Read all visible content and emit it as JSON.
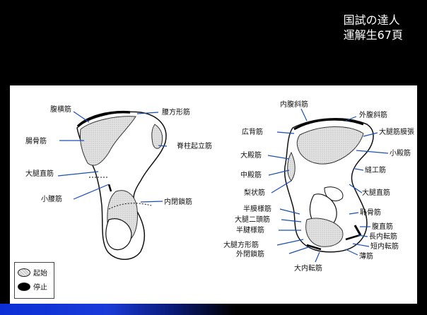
{
  "title": {
    "line1": "国試の達人",
    "line2": "運解生67頁"
  },
  "left_labels": {
    "fukuoukin": "腹横筋",
    "youhoukei": "腰方形筋",
    "choukotsu": "腸骨筋",
    "sekichuu": "脊柱起立筋",
    "daitaichoku": "大腿直筋",
    "shouyou": "小腰筋",
    "naiheisa": "内閉鎖筋"
  },
  "right_labels": {
    "naifukushasu": "内腹斜筋",
    "gaifukushasu": "外腹斜筋",
    "kouhai": "広背筋",
    "daitaikinmakuchou": "大腿筋膜張",
    "daiden": "大殿筋",
    "shouden": "小殿筋",
    "chuuden": "中殿筋",
    "houkou": "縫工筋",
    "rijou": "梨状筋",
    "daitaichoku": "大腿直筋",
    "hanmakuyou": "半膜様筋",
    "chikotsu": "恥骨筋",
    "daitainitou": "大腿二頭筋",
    "fukuchoku": "腹直筋",
    "hankenyou": "半腱様筋",
    "chounaiten": "長内転筋",
    "daitaihoukei": "大腿方形筋",
    "tannaiten": "短内転筋",
    "gaiheisa": "外閉鎖筋",
    "hakkin": "薄筋",
    "dainaiten": "大内転筋"
  },
  "legend": {
    "origin": "起始",
    "insertion": "停止"
  }
}
